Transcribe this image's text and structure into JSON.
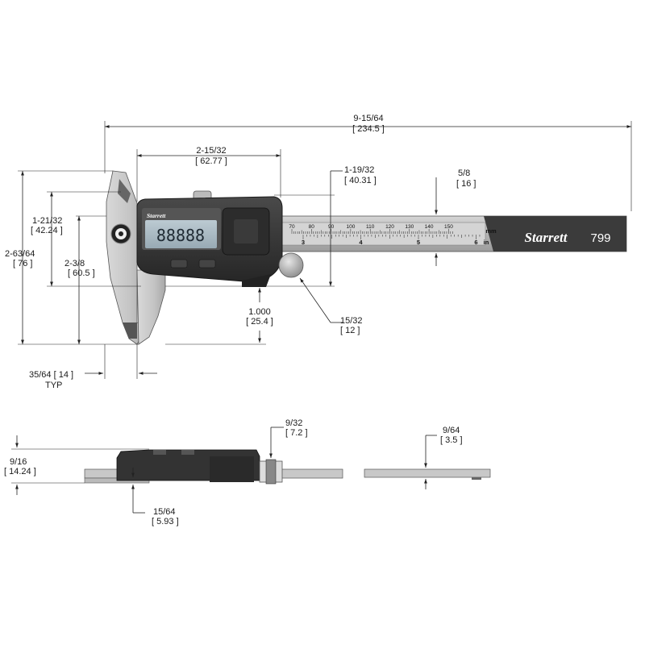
{
  "product": {
    "brand": "Starrett",
    "model": "799",
    "display_readout": "88888",
    "scale_units_mm": "mm",
    "scale_units_in": "in",
    "mm_labels": [
      "70",
      "80",
      "90",
      "100",
      "110",
      "120",
      "130",
      "140",
      "150"
    ],
    "inch_labels": [
      "3",
      "4",
      "5",
      "6"
    ],
    "colors": {
      "body": "#3a3a3a",
      "body_dark": "#262626",
      "beam": "#b8b8b8",
      "beam_dark": "#3b3b3b",
      "jaws": "#c8c8c8",
      "lcd": "#a9b9c2"
    }
  },
  "dimensions": {
    "overall_length": {
      "fraction": "9-15/64",
      "metric": "[ 234.5 ]"
    },
    "body_width": {
      "fraction": "2-15/32",
      "metric": "[ 62.77 ]"
    },
    "slider_to_beam": {
      "fraction": "1-19/32",
      "metric": "[ 40.31 ]"
    },
    "beam_width": {
      "fraction": "5/8",
      "metric": "[ 16 ]"
    },
    "upper_jaw_depth": {
      "fraction": "1-21/32",
      "metric": "[ 42.24 ]"
    },
    "overall_height": {
      "fraction": "2-63/64",
      "metric": "[ 76 ]"
    },
    "lower_jaw_depth": {
      "fraction": "2-3/8",
      "metric": "[ 60.5 ]"
    },
    "jaw_offset": {
      "fraction": "1.000",
      "metric": "[ 25.4 ]"
    },
    "thumb_wheel": {
      "fraction": "15/32",
      "metric": "[ 12 ]"
    },
    "jaw_thickness": {
      "line": "35/64  [ 14 ]",
      "note": "TYP"
    },
    "side_height": {
      "fraction": "9/16",
      "metric": "[ 14.24 ]"
    },
    "wheel_thickness": {
      "fraction": "9/32",
      "metric": "[ 7.2 ]"
    },
    "jaw_base_thickness": {
      "fraction": "15/64",
      "metric": "[ 5.93 ]"
    },
    "beam_thickness": {
      "fraction": "9/64",
      "metric": "[ 3.5 ]"
    }
  }
}
